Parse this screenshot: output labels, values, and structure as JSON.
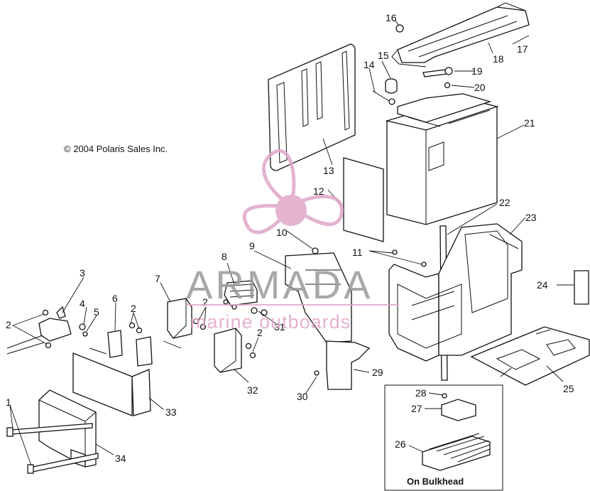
{
  "copyright": "© 2004 Polaris Sales Inc.",
  "watermark": {
    "brand": "ARMADA",
    "tagline": "marine outboards",
    "logo_icon": "propeller-logo-icon",
    "colors": {
      "gray": "#9a9a9a",
      "pink": "#e0a6c8"
    }
  },
  "inset_caption": "On Bulkhead",
  "callouts": {
    "c1": "1",
    "c2a": "2",
    "c2b": "2",
    "c2c": "2",
    "c2d": "2",
    "c3": "3",
    "c4": "4",
    "c5": "5",
    "c6": "6",
    "c7": "7",
    "c8": "8",
    "c9": "9",
    "c10": "10",
    "c11": "11",
    "c12": "12",
    "c13": "13",
    "c14": "14",
    "c15": "15",
    "c16": "16",
    "c17": "17",
    "c18": "18",
    "c19": "19",
    "c20": "20",
    "c21": "21",
    "c22": "22",
    "c23": "23",
    "c24": "24",
    "c25": "25",
    "c26": "26",
    "c27": "27",
    "c28": "28",
    "c29": "29",
    "c30": "30",
    "c31": "31",
    "c32": "32",
    "c33": "33",
    "c34": "34"
  }
}
